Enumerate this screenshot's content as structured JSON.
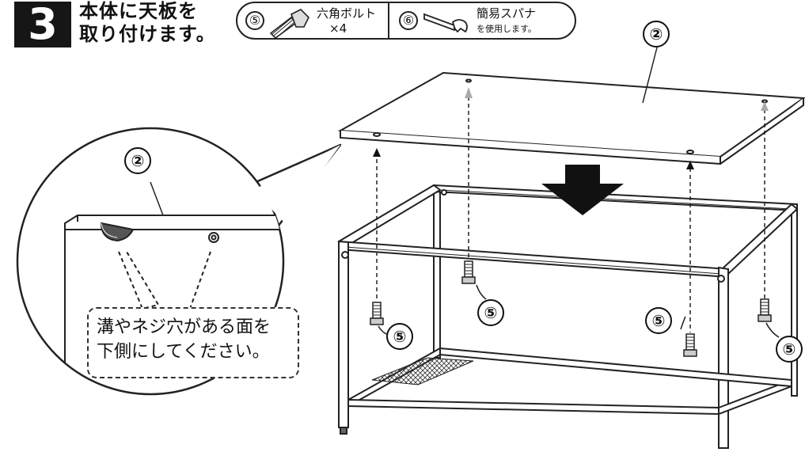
{
  "step": {
    "number": "3",
    "title": "本体に天板を\n取り付けます。"
  },
  "parts": [
    {
      "num": "⑤",
      "name": "六角ボルト",
      "qty": "×4",
      "icon": "hex-bolt-icon"
    },
    {
      "num": "⑥",
      "name": "簡易スパナ",
      "note": "を使用します。",
      "icon": "wrench-icon"
    }
  ],
  "labels": {
    "top_panel": "②",
    "detail_panel": "②",
    "bolt": "⑤"
  },
  "detail_note": "溝やネジ穴がある面を\n下側にしてください。"
}
